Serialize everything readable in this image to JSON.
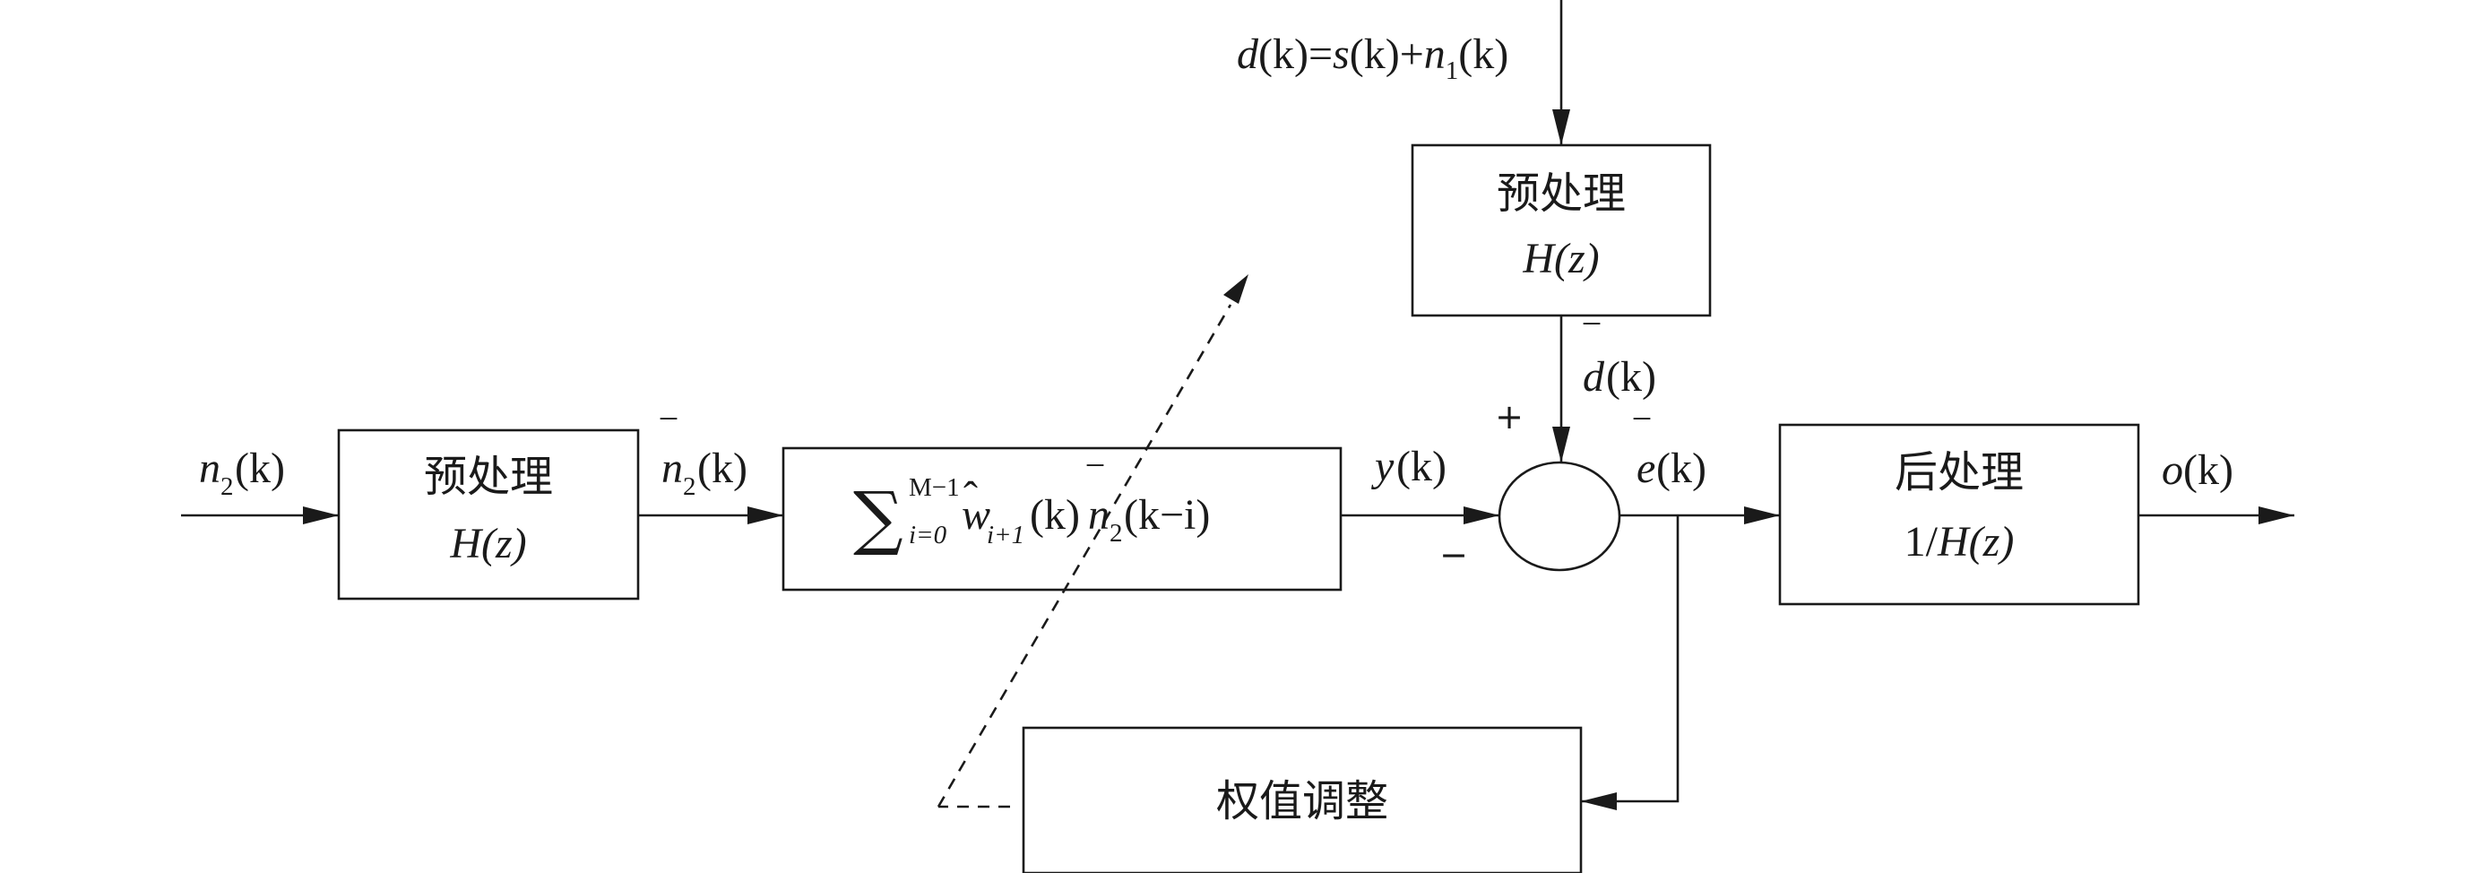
{
  "blocks": {
    "pre_left": {
      "title": "预处理",
      "func": "H(z)"
    },
    "pre_top": {
      "title": "预处理",
      "func": "H(z)"
    },
    "post": {
      "title": "后处理",
      "func_prefix": "1/",
      "func": "H(z)"
    },
    "weight": {
      "title": "权值调整"
    },
    "filter": {
      "sum_symbol": "∑",
      "upper": "M−1",
      "lower": "i=0",
      "w": "w",
      "w_hat": "ˆ",
      "w_sub": "i+1",
      "arg1": "(k)",
      "n": "n",
      "n_bar": "‾",
      "n_sub": "2",
      "arg2": "(k−i)"
    }
  },
  "signals": {
    "input": {
      "base": "n",
      "sub": "2",
      "arg": "(k)"
    },
    "n2bar": {
      "base": "n",
      "sub": "2",
      "arg": "(k)",
      "bar": "‾"
    },
    "y": {
      "base": "y",
      "arg": "(k)"
    },
    "d": {
      "base": "d",
      "arg": "(k)",
      "eq": "=",
      "s": "s",
      "s_arg": "(k)",
      "plus": "+",
      "n": "n",
      "n_sub": "1",
      "n_arg": "(k)"
    },
    "dbar": {
      "base": "d",
      "arg": "(k)",
      "bar": "‾"
    },
    "ebar": {
      "base": "e",
      "arg": "(k)",
      "bar": "‾"
    },
    "output": {
      "base": "o",
      "arg": "(k)"
    }
  },
  "summer": {
    "plus": "+",
    "minus": "−"
  }
}
